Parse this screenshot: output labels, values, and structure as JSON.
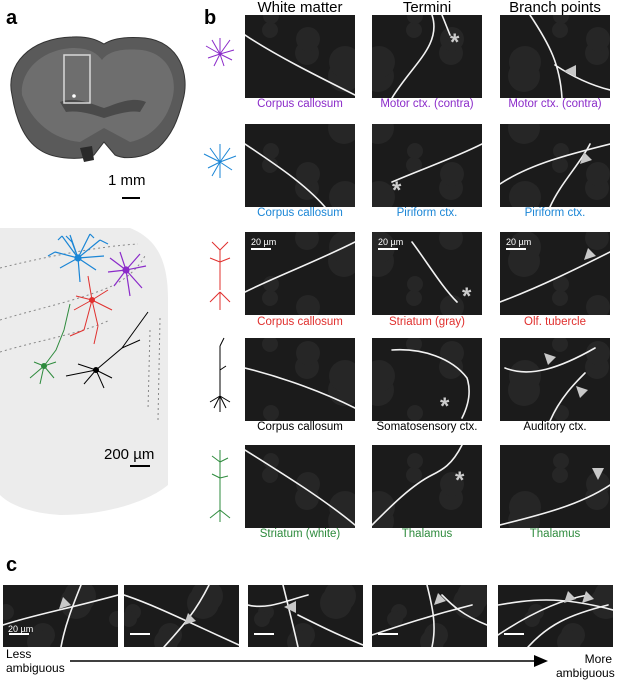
{
  "panels": {
    "a": "a",
    "b": "b",
    "c": "c"
  },
  "panel_a": {
    "scale_top": "1 mm",
    "scale_bottom": "200 µm"
  },
  "panel_b": {
    "columns": [
      "White matter",
      "Termini",
      "Branch points"
    ],
    "scale_label": "20 µm",
    "rows": [
      {
        "color": "#8b2bc9",
        "captions": [
          "Corpus callosum",
          "Motor ctx. (contra)",
          "Motor ctx. (contra)"
        ]
      },
      {
        "color": "#1b86d6",
        "captions": [
          "Corpus callosum",
          "Piriform ctx.",
          "Piriform ctx."
        ]
      },
      {
        "color": "#e0302e",
        "captions": [
          "Corpus callosum",
          "Striatum (gray)",
          "Olf. tubercle"
        ]
      },
      {
        "color": "#000000",
        "captions": [
          "Corpus callosum",
          "Somatosensory ctx.",
          "Auditory ctx."
        ]
      },
      {
        "color": "#2e8b3d",
        "captions": [
          "Striatum (white)",
          "Thalamus",
          "Thalamus"
        ]
      }
    ]
  },
  "panel_c": {
    "scale_label": "20 µm",
    "left_label_1": "Less",
    "left_label_2": "ambiguous",
    "right_label_1": "More",
    "right_label_2": "ambiguous"
  },
  "symbols": {
    "asterisk": "*"
  }
}
